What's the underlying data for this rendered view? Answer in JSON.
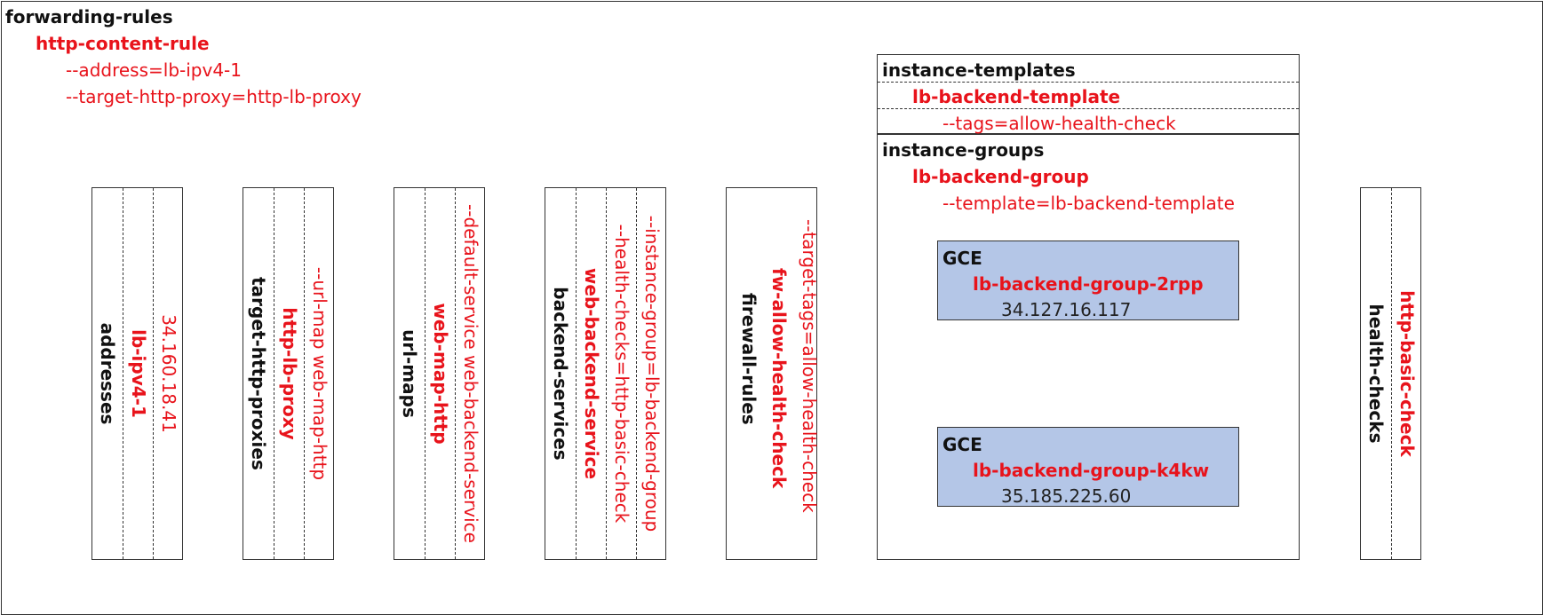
{
  "forwarding_rules": {
    "heading": "forwarding-rules",
    "rule_name": "http-content-rule",
    "flags": [
      "--address=lb-ipv4-1",
      "--target-http-proxy=http-lb-proxy"
    ]
  },
  "columns": [
    {
      "lanes": [
        "addresses",
        "lb-ipv4-1",
        "34.160.18.41"
      ]
    },
    {
      "lanes": [
        "target-http-proxies",
        "http-lb-proxy",
        "--url-map web-map-http"
      ]
    },
    {
      "lanes": [
        "url-maps",
        "web-map-http",
        "--default-service web-backend-service"
      ]
    },
    {
      "lanes": [
        "backend-services",
        "web-backend-service",
        "--health-checks=http-basic-check",
        "--instance-group=lb-backend-group"
      ]
    },
    {
      "lanes": [
        "firewall-rules",
        "fw-allow-health-check",
        "--target-tags=allow-health-check"
      ]
    },
    {
      "lanes": [
        "health-checks",
        "http-basic-check"
      ]
    }
  ],
  "instance_templates": {
    "heading": "instance-templates",
    "name": "lb-backend-template",
    "flag": "--tags=allow-health-check"
  },
  "instance_groups": {
    "heading": "instance-groups",
    "name": "lb-backend-group",
    "flag": "--template=lb-backend-template",
    "instances": [
      {
        "label": "GCE",
        "name": "lb-backend-group-2rpp",
        "ip": "34.127.16.117"
      },
      {
        "label": "GCE",
        "name": "lb-backend-group-k4kw",
        "ip": "35.185.225.60"
      }
    ]
  },
  "colors": {
    "accent_red": "#e8131b",
    "gce_fill": "#b4c6e7",
    "outline": "#333333"
  }
}
